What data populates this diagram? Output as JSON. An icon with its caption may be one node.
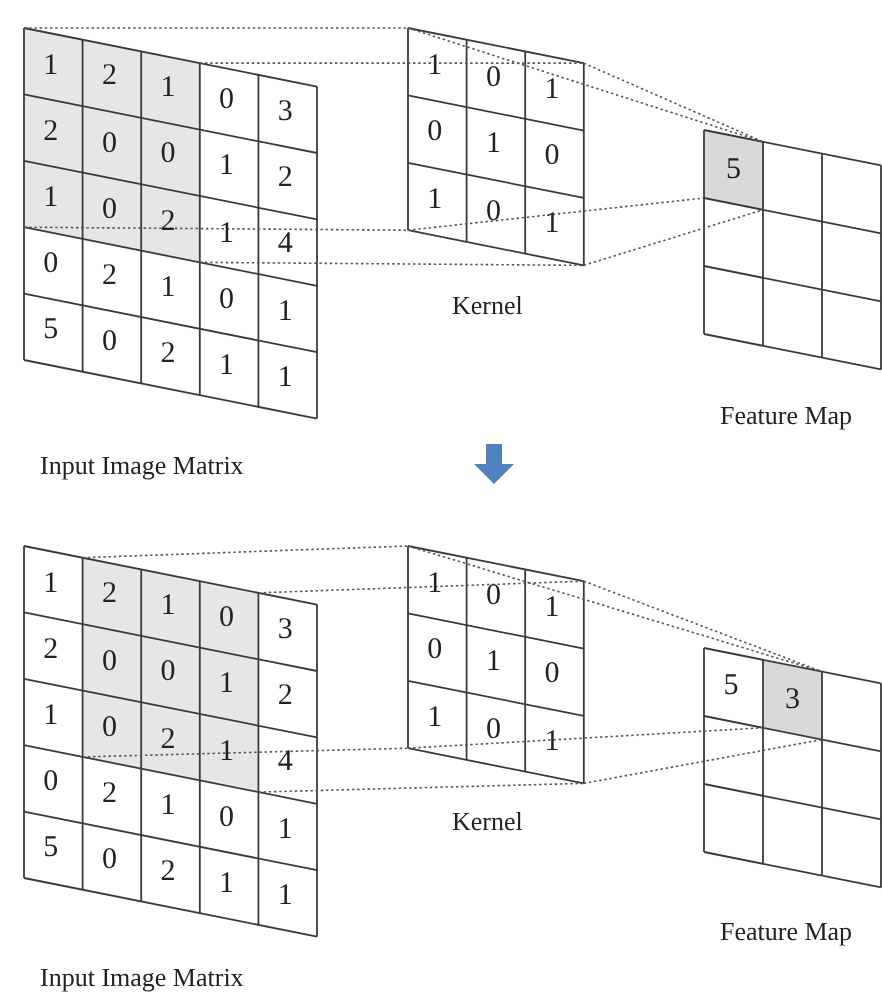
{
  "diagram": {
    "nodes": [
      {
        "text": [],
        "shape": "grid",
        "beside": [
          "Input Image Matrix"
        ]
      },
      {
        "text": [],
        "shape": "box",
        "in": 0
      },
      {
        "text": [],
        "shape": "grid",
        "beside": [
          "Kernel"
        ]
      },
      {
        "text": [],
        "shape": "grid",
        "beside": [
          "Feature Map"
        ]
      },
      {
        "text": [
          "5"
        ],
        "in": 3
      },
      {
        "text": [],
        "shape": "grid",
        "beside": [
          "Input Image Matrix"
        ]
      },
      {
        "text": [],
        "shape": "box",
        "in": 5
      },
      {
        "text": [],
        "shape": "grid",
        "beside": [
          "Kernel"
        ]
      },
      {
        "text": [],
        "shape": "grid",
        "beside": [
          "Feature Map"
        ]
      },
      {
        "text": [
          "3"
        ],
        "in": 8
      }
    ],
    "edges": [
      {
        "from": 1,
        "to": 2,
        "arrow": "none",
        "style": "dashed"
      },
      {
        "from": 1,
        "to": 2,
        "arrow": "none",
        "style": "dashed"
      },
      {
        "from": 1,
        "to": 2,
        "arrow": "none",
        "style": "dashed"
      },
      {
        "from": 1,
        "to": 2,
        "arrow": "none",
        "style": "dashed"
      },
      {
        "from": 2,
        "to": 4,
        "arrow": "none",
        "style": "dashed"
      },
      {
        "from": 2,
        "to": 4,
        "arrow": "none",
        "style": "dashed"
      },
      {
        "from": 2,
        "to": 4,
        "arrow": "none",
        "style": "dashed"
      },
      {
        "from": 2,
        "to": 4,
        "arrow": "none",
        "style": "dashed"
      },
      {
        "from": 6,
        "to": 7,
        "arrow": "none",
        "style": "dashed"
      },
      {
        "from": 6,
        "to": 7,
        "arrow": "none",
        "style": "dashed"
      },
      {
        "from": 6,
        "to": 7,
        "arrow": "none",
        "style": "dashed"
      },
      {
        "from": 6,
        "to": 7,
        "arrow": "none",
        "style": "dashed"
      },
      {
        "from": 7,
        "to": 9,
        "arrow": "none",
        "style": "dashed"
      },
      {
        "from": 7,
        "to": 9,
        "arrow": "none",
        "style": "dashed"
      },
      {
        "from": 7,
        "to": 9,
        "arrow": "none",
        "style": "dashed"
      },
      {
        "from": 7,
        "to": 9,
        "arrow": "none",
        "style": "dashed"
      }
    ],
    "labels": [
      "1",
      "2",
      "1",
      "0",
      "3",
      "2",
      "0",
      "0",
      "1",
      "2",
      "1",
      "0",
      "2",
      "1",
      "4",
      "0",
      "2",
      "1",
      "0",
      "1",
      "5",
      "0",
      "2",
      "1",
      "1",
      "1",
      "0",
      "1",
      "0",
      "1",
      "0",
      "1",
      "0",
      "1",
      "1",
      "2",
      "1",
      "0",
      "3",
      "2",
      "0",
      "0",
      "1",
      "2",
      "1",
      "0",
      "2",
      "1",
      "4",
      "0",
      "2",
      "1",
      "0",
      "1",
      "5",
      "0",
      "2",
      "1",
      "1",
      "1",
      "0",
      "1",
      "0",
      "1",
      "0",
      "1",
      "0",
      "1",
      "5"
    ]
  }
}
